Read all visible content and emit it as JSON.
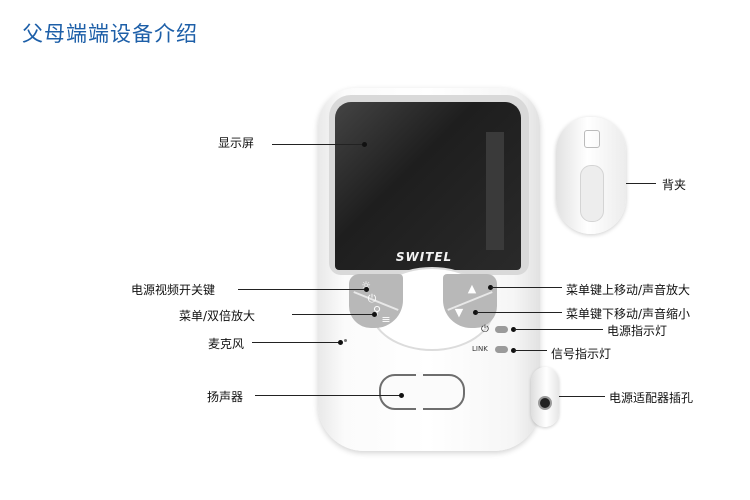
{
  "title": "父母端端设备介绍",
  "brand": "SWITEL",
  "labels": {
    "screen": "显示屏",
    "clip": "背夹",
    "power_switch": "电源视频开关键",
    "menu_zoom": "菜单/双倍放大",
    "mic": "麦克风",
    "speaker": "扬声器",
    "menu_up": "菜单键上移动/声音放大",
    "menu_down": "菜单键下移动/声音缩小",
    "power_light": "电源指示灯",
    "signal_light": "信号指示灯",
    "adapter": "电源适配器插孔"
  },
  "device_text": {
    "link": "LINK"
  },
  "icons": [
    "power-icon",
    "light-icon",
    "zoom-icon",
    "menu-icon",
    "up-triangle-icon",
    "down-triangle-icon"
  ]
}
